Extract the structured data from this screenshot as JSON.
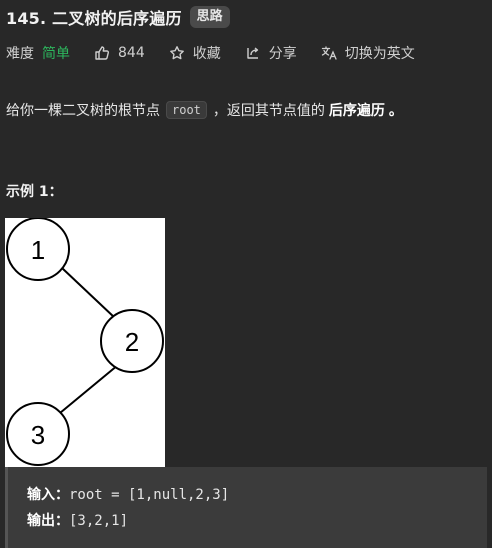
{
  "problem": {
    "title": "145. 二叉树的后序遍历",
    "tag": "思路"
  },
  "meta": {
    "difficulty_label": "难度",
    "difficulty_value": "简单",
    "likes": "844",
    "favorite_label": "收藏",
    "share_label": "分享",
    "translate_label": "切换为英文"
  },
  "description": {
    "prefix": "给你一棵二叉树的根节点",
    "code": "root",
    "middle": "，返回其节点值的",
    "emphasis": "后序遍历",
    "suffix": "。"
  },
  "example": {
    "title": "示例 1：",
    "tree_nodes": [
      "1",
      "2",
      "3"
    ],
    "input_label": "输入：",
    "input_value": "root = [1,null,2,3]",
    "output_label": "输出：",
    "output_value": "[3,2,1]"
  },
  "colors": {
    "background": "#282828",
    "easy": "#2db55d"
  }
}
